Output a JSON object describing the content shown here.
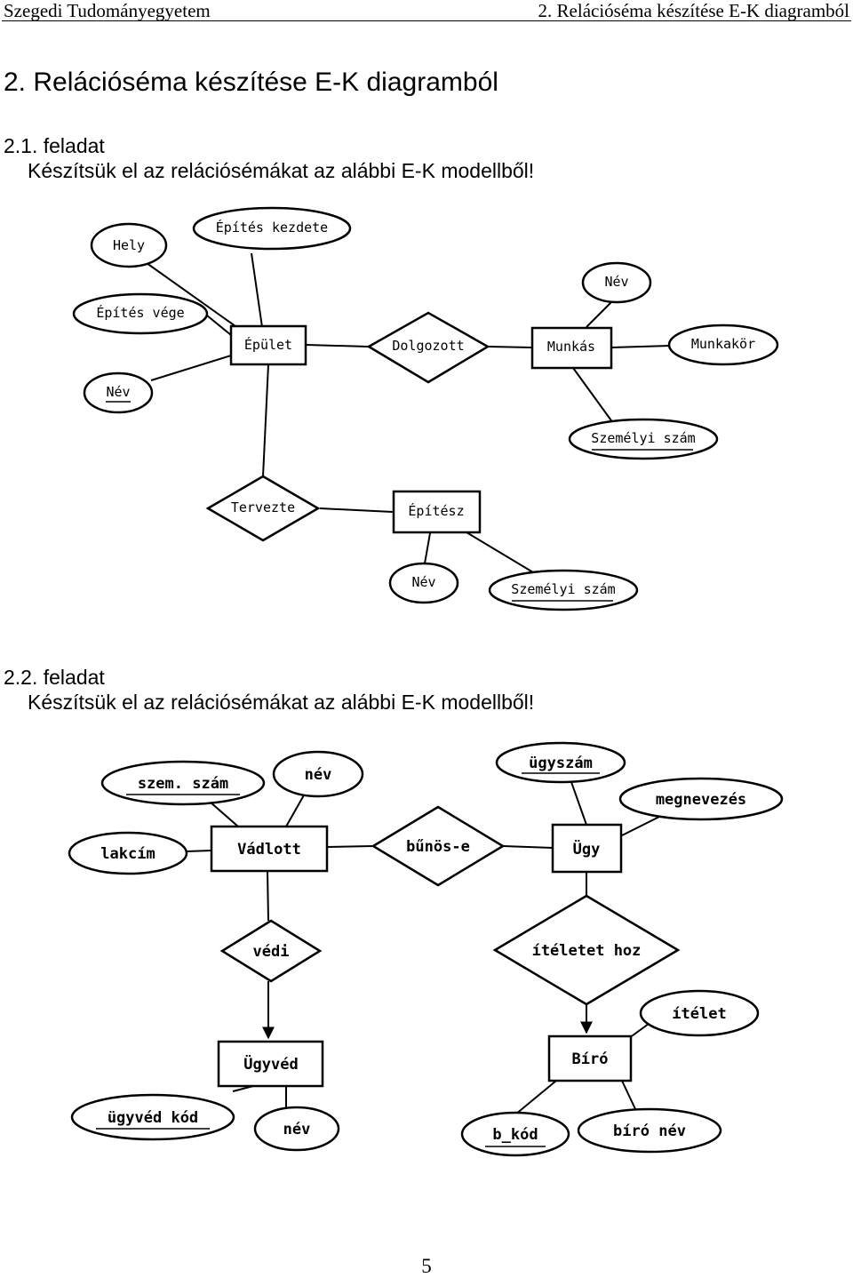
{
  "header": {
    "left": "Szegedi Tudományegyetem",
    "right": "2. Relációséma készítése E-K diagramból"
  },
  "section_title": "2. Relációséma készítése E-K diagramból",
  "task1": {
    "number": "2.1. feladat",
    "description": "Készítsük el az relációsémákat az alábbi E-K modellből!"
  },
  "task2": {
    "number": "2.2. feladat",
    "description": "Készítsük el az relációsémákat az alábbi E-K modellből!"
  },
  "diagram1": {
    "entities": {
      "epulet": "Épület",
      "munkas": "Munkás",
      "epitesz": "Építész"
    },
    "relationships": {
      "dolgozott": "Dolgozott",
      "tervezte": "Tervezte"
    },
    "attributes": {
      "hely": "Hely",
      "epites_kezdete": "Építés kezdete",
      "epites_vege": "Építés vége",
      "epulet_nev": "Név",
      "munkas_nev": "Név",
      "munkakor": "Munkakör",
      "munkas_szemelyi_szam": "Személyi szám",
      "epitesz_nev": "Név",
      "epitesz_szemelyi_szam": "Személyi szám"
    }
  },
  "diagram2": {
    "entities": {
      "vadlott": "Vádlott",
      "ugy": "Ügy",
      "ugyved": "Ügyvéd",
      "biro": "Bíró"
    },
    "relationships": {
      "bunos_e": "bűnös-e",
      "vedi": "védi",
      "iteletet_hoz": "ítéletet hoz"
    },
    "attributes": {
      "szem_szam": "szem. szám",
      "vadlott_nev": "név",
      "lakcim": "lakcím",
      "ugyszam": "ügyszám",
      "megnevezes": "megnevezés",
      "itelet": "ítélet",
      "ugyved_kod": "ügyvéd kód",
      "ugyved_nev": "név",
      "b_kod": "b_kód",
      "biro_nev": "bíró név"
    }
  },
  "page_number": "5"
}
